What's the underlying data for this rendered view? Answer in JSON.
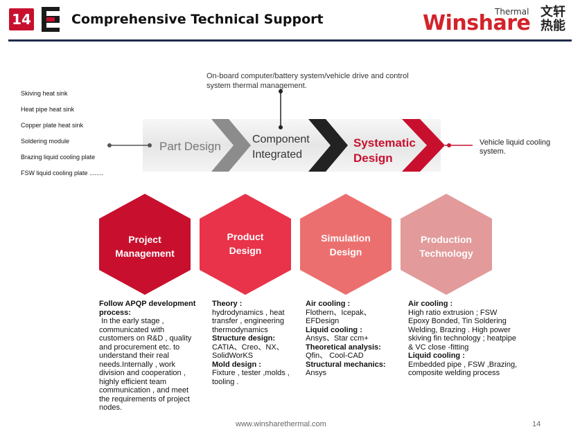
{
  "header": {
    "page_number": "14",
    "title": "Comprehensive Technical Support",
    "brand_name": "Winshare",
    "brand_thermal": "Thermal",
    "brand_cn_1": "文轩",
    "brand_cn_2": "热能"
  },
  "top_note": "On-board computer/battery system/vehicle drive and control system thermal management.",
  "left_list": [
    "Skiving heat sink",
    "Heat pipe heat sink",
    "Copper plate heat sink",
    "Soldering module",
    "Brazing liquid cooling plate",
    "FSW liquid cooling plate ........"
  ],
  "flow": {
    "part": "Part Design",
    "component_1": "Component",
    "component_2": "Integrated",
    "systematic_1": "Systematic",
    "systematic_2": "Design"
  },
  "right_note": "Vehicle liquid cooling system.",
  "hexagons": [
    {
      "line1": "Project",
      "line2": "Management",
      "color": "#c8102e"
    },
    {
      "line1": "Product",
      "line2": "Design",
      "color": "#e8334a"
    },
    {
      "line1": "Simulation",
      "line2": "Design",
      "color": "#ec6f6f"
    },
    {
      "line1": "Production",
      "line2": "Technology",
      "color": "#e29a9a"
    }
  ],
  "columns": {
    "pm": {
      "title": "Follow APQP development process:",
      "body": " In the early stage , communicated with customers on R&D , quality and procurement etc. to understand their real needs.Internally , work division and cooperation , highly efficient team communication , and meet the requirements of project nodes."
    },
    "pd": [
      {
        "h": "Theory :",
        "t": "hydrodynamics , heat transfer , engineering thermodynamics"
      },
      {
        "h": "Structure design:",
        "t": "CATIA、Creo、NX、SolidWorKS"
      },
      {
        "h": "Mold design :",
        "t": "Fixture , tester ,molds , tooling ."
      }
    ],
    "sd": [
      {
        "h": "Air cooling :",
        "t": "Flothern、Icepak、EFDesign"
      },
      {
        "h": "Liquid cooling :",
        "t": "Ansys、Star ccm+"
      },
      {
        "h": "Theoretical analysis:",
        "t": "Qfin、 Cool-CAD"
      },
      {
        "h": "Structural mechanics:",
        "t": "Ansys"
      }
    ],
    "pt": [
      {
        "h": "Air cooling :",
        "t": "High ratio extrusion ; FSW Epoxy Bonded, Tin Soldering Welding, Brazing . High power skiving fin technology ; heatpipe & VC close -fitting"
      },
      {
        "h": "Liquid cooling :",
        "t": "Embedded pipe , FSW ,Brazing, composite welding process"
      }
    ]
  },
  "footer": {
    "url": "www.winsharethermal.com",
    "page": "14"
  }
}
